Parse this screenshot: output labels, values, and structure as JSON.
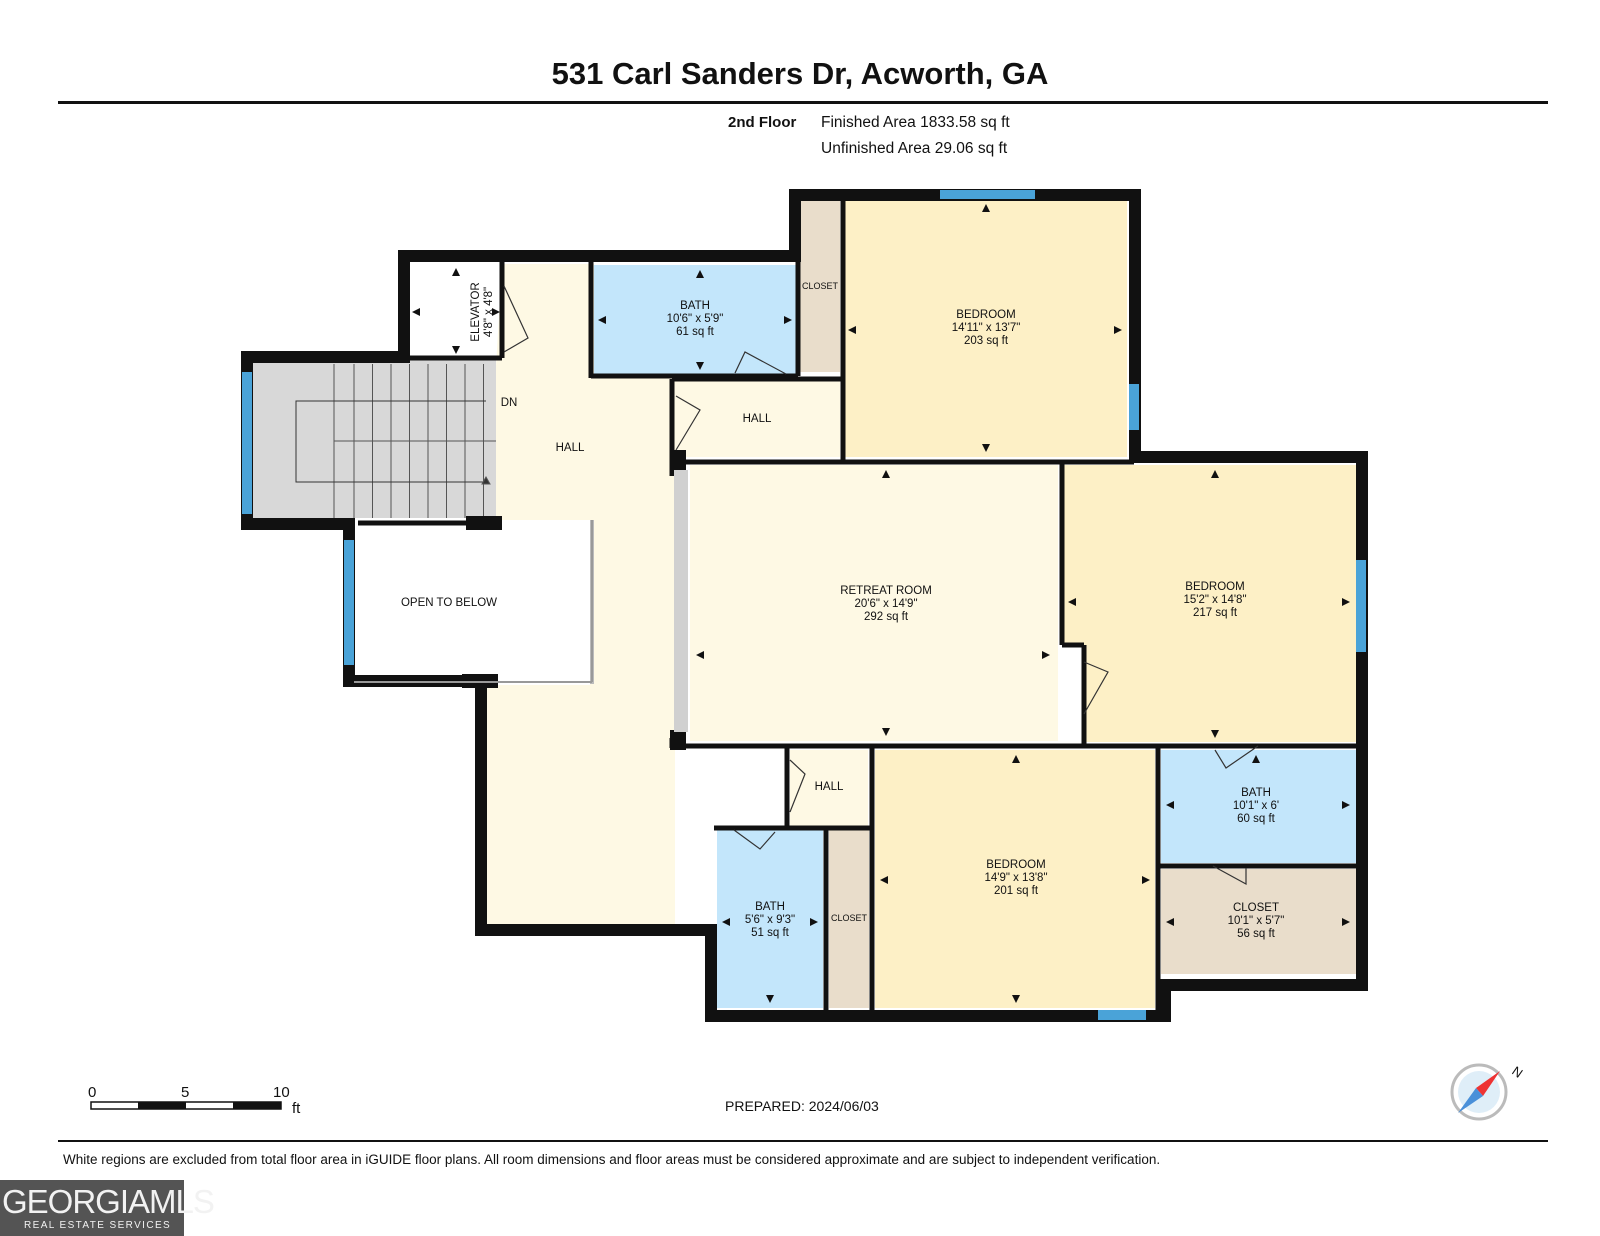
{
  "title": "531 Carl Sanders Dr, Acworth, GA",
  "floor": {
    "name": "2nd Floor",
    "finished_area": "Finished Area 1833.58 sq ft",
    "unfinished_area": "Unfinished Area 29.06 sq ft"
  },
  "rooms": [
    {
      "id": "bedroom-ne",
      "name": "BEDROOM",
      "dims": "14'11\" x 13'7\"",
      "area": "203 sq ft"
    },
    {
      "id": "bath-top",
      "name": "BATH",
      "dims": "10'6\" x 5'9\"",
      "area": "61 sq ft"
    },
    {
      "id": "elevator",
      "name": "ELEVATOR",
      "dims": "4'8\" x 4'8\""
    },
    {
      "id": "closet-top",
      "name": "CLOSET"
    },
    {
      "id": "hall-top",
      "name": "HALL"
    },
    {
      "id": "hall-main",
      "name": "HALL"
    },
    {
      "id": "stairs",
      "name": "DN"
    },
    {
      "id": "open-below",
      "name": "OPEN TO BELOW"
    },
    {
      "id": "retreat",
      "name": "RETREAT ROOM",
      "dims": "20'6\" x 14'9\"",
      "area": "292 sq ft"
    },
    {
      "id": "bedroom-e",
      "name": "BEDROOM",
      "dims": "15'2\" x 14'8\"",
      "area": "217 sq ft"
    },
    {
      "id": "hall-bottom",
      "name": "HALL"
    },
    {
      "id": "bedroom-s",
      "name": "BEDROOM",
      "dims": "14'9\" x 13'8\"",
      "area": "201 sq ft"
    },
    {
      "id": "bath-e",
      "name": "BATH",
      "dims": "10'1\" x 6'",
      "area": "60 sq ft"
    },
    {
      "id": "closet-e",
      "name": "CLOSET",
      "dims": "10'1\" x 5'7\"",
      "area": "56 sq ft"
    },
    {
      "id": "bath-sw",
      "name": "BATH",
      "dims": "5'6\" x 9'3\"",
      "area": "51 sq ft"
    },
    {
      "id": "closet-bottom",
      "name": "CLOSET"
    }
  ],
  "scale": {
    "ticks": [
      "0",
      "5",
      "10"
    ],
    "unit": "ft"
  },
  "compass": {
    "label": "N"
  },
  "prepared": "PREPARED: 2024/06/03",
  "disclaimer": "White regions are excluded from total floor area in iGUIDE floor plans. All room dimensions and floor areas must be considered approximate and are subject to independent verification.",
  "logo": {
    "text": "GEORGIAMLS",
    "subtext": "REAL ESTATE SERVICES"
  },
  "colors": {
    "bedroom": "#fdf0c6",
    "hall": "#fef9e4",
    "bath": "#c3e6fb",
    "closet": "#e9ddcb",
    "stair": "#d9d9d9",
    "window": "#4aa3d8",
    "wall": "#111111"
  }
}
